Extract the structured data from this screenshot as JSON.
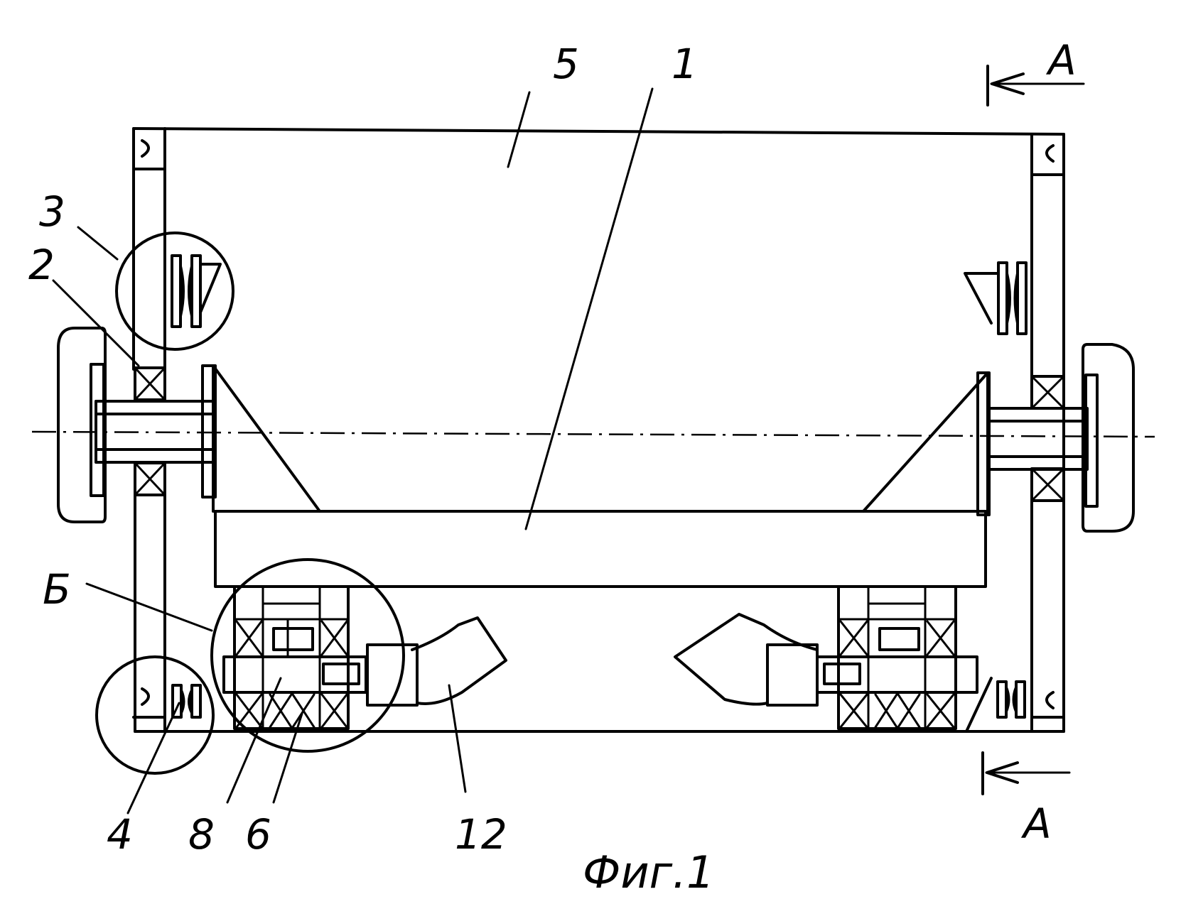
{
  "labels": {
    "n5": "5",
    "n1": "1",
    "n3": "3",
    "n2": "2",
    "b_detail": "Б",
    "n4": "4",
    "n8": "8",
    "n6": "6",
    "n12": "12",
    "section_top": "А",
    "section_bottom": "А"
  },
  "caption": "Фиг.1"
}
